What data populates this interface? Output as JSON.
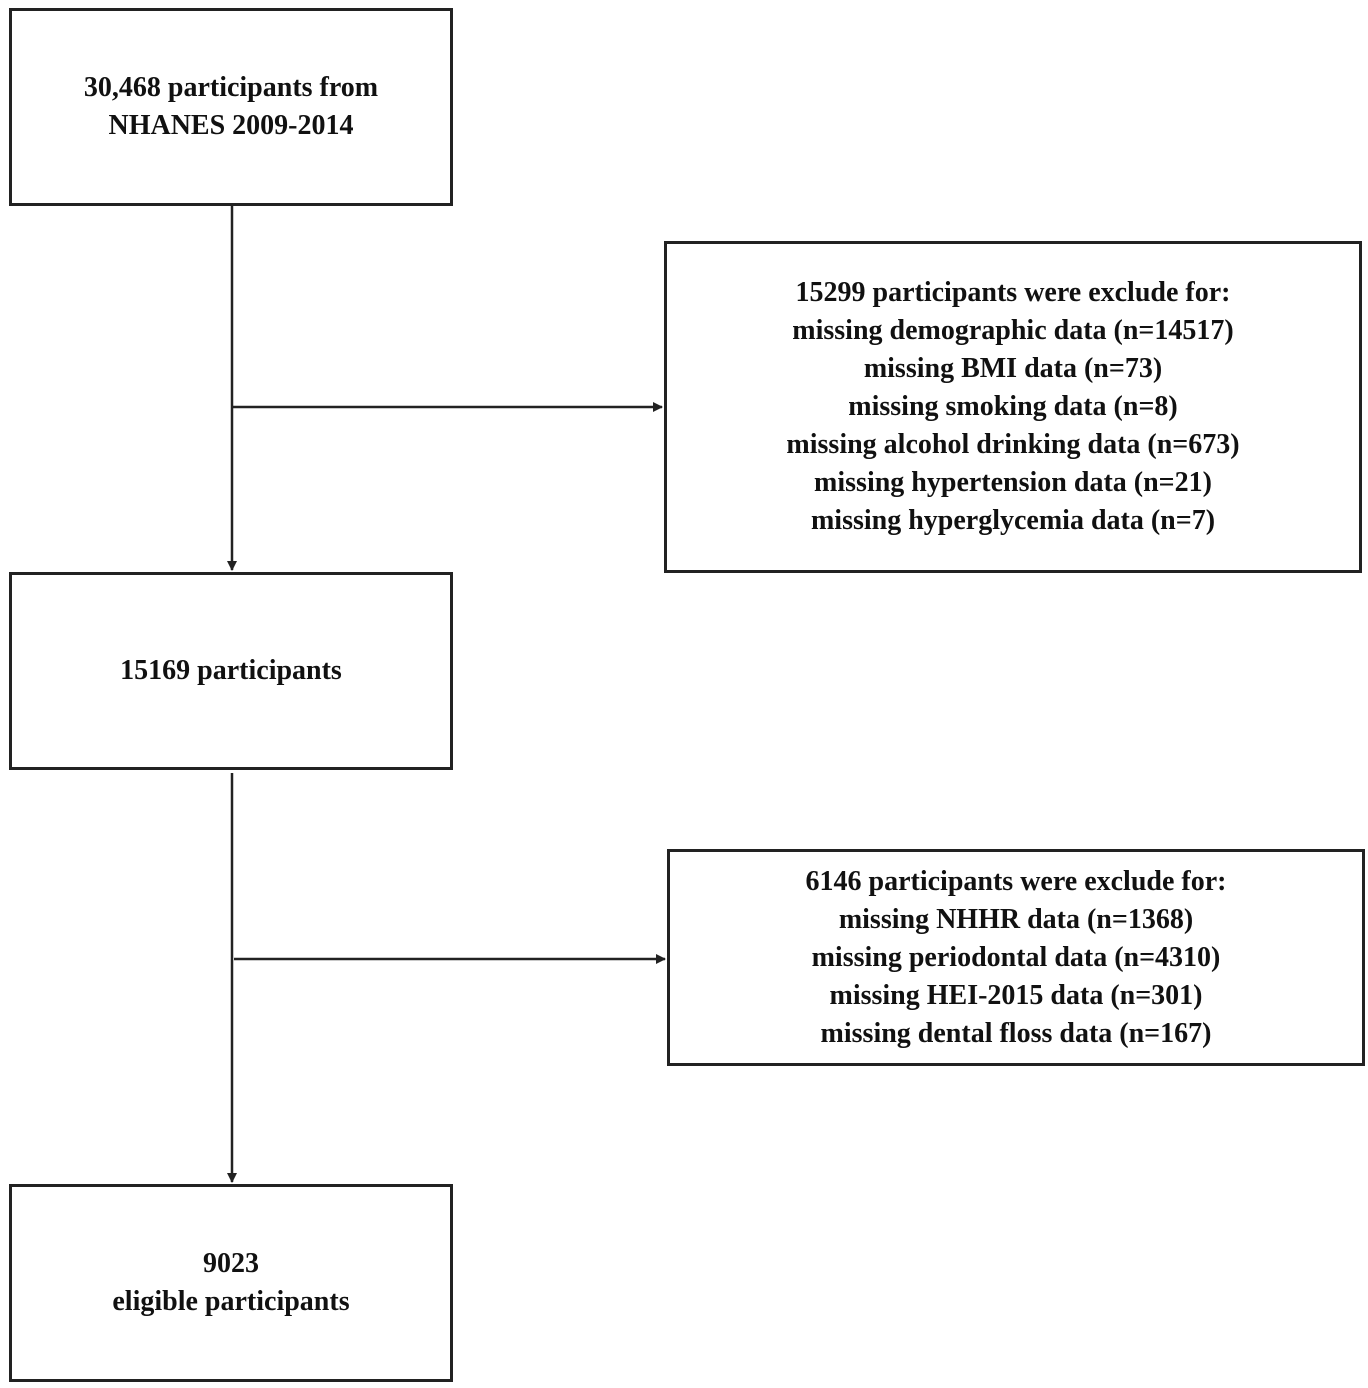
{
  "nodes": {
    "start": {
      "lines": [
        "30,468 participants from",
        "NHANES 2009-2014"
      ]
    },
    "exclusion_1": {
      "lines": [
        "15299 participants were exclude for:",
        "missing demographic data (n=14517)",
        "missing BMI data (n=73)",
        "missing smoking data (n=8)",
        "missing alcohol drinking data (n=673)",
        "missing hypertension data (n=21)",
        "missing hyperglycemia data (n=7)"
      ]
    },
    "intermediate": {
      "lines": [
        "15169 participants"
      ]
    },
    "exclusion_2": {
      "lines": [
        "6146 participants were exclude for:",
        "missing NHHR data (n=1368)",
        "missing periodontal data (n=4310)",
        "missing HEI-2015 data (n=301)",
        "missing dental floss data (n=167)"
      ]
    },
    "final": {
      "lines": [
        "9023",
        "eligible participants"
      ]
    }
  },
  "colors": {
    "stroke": "#222222",
    "text": "#111111",
    "background": "#ffffff"
  }
}
